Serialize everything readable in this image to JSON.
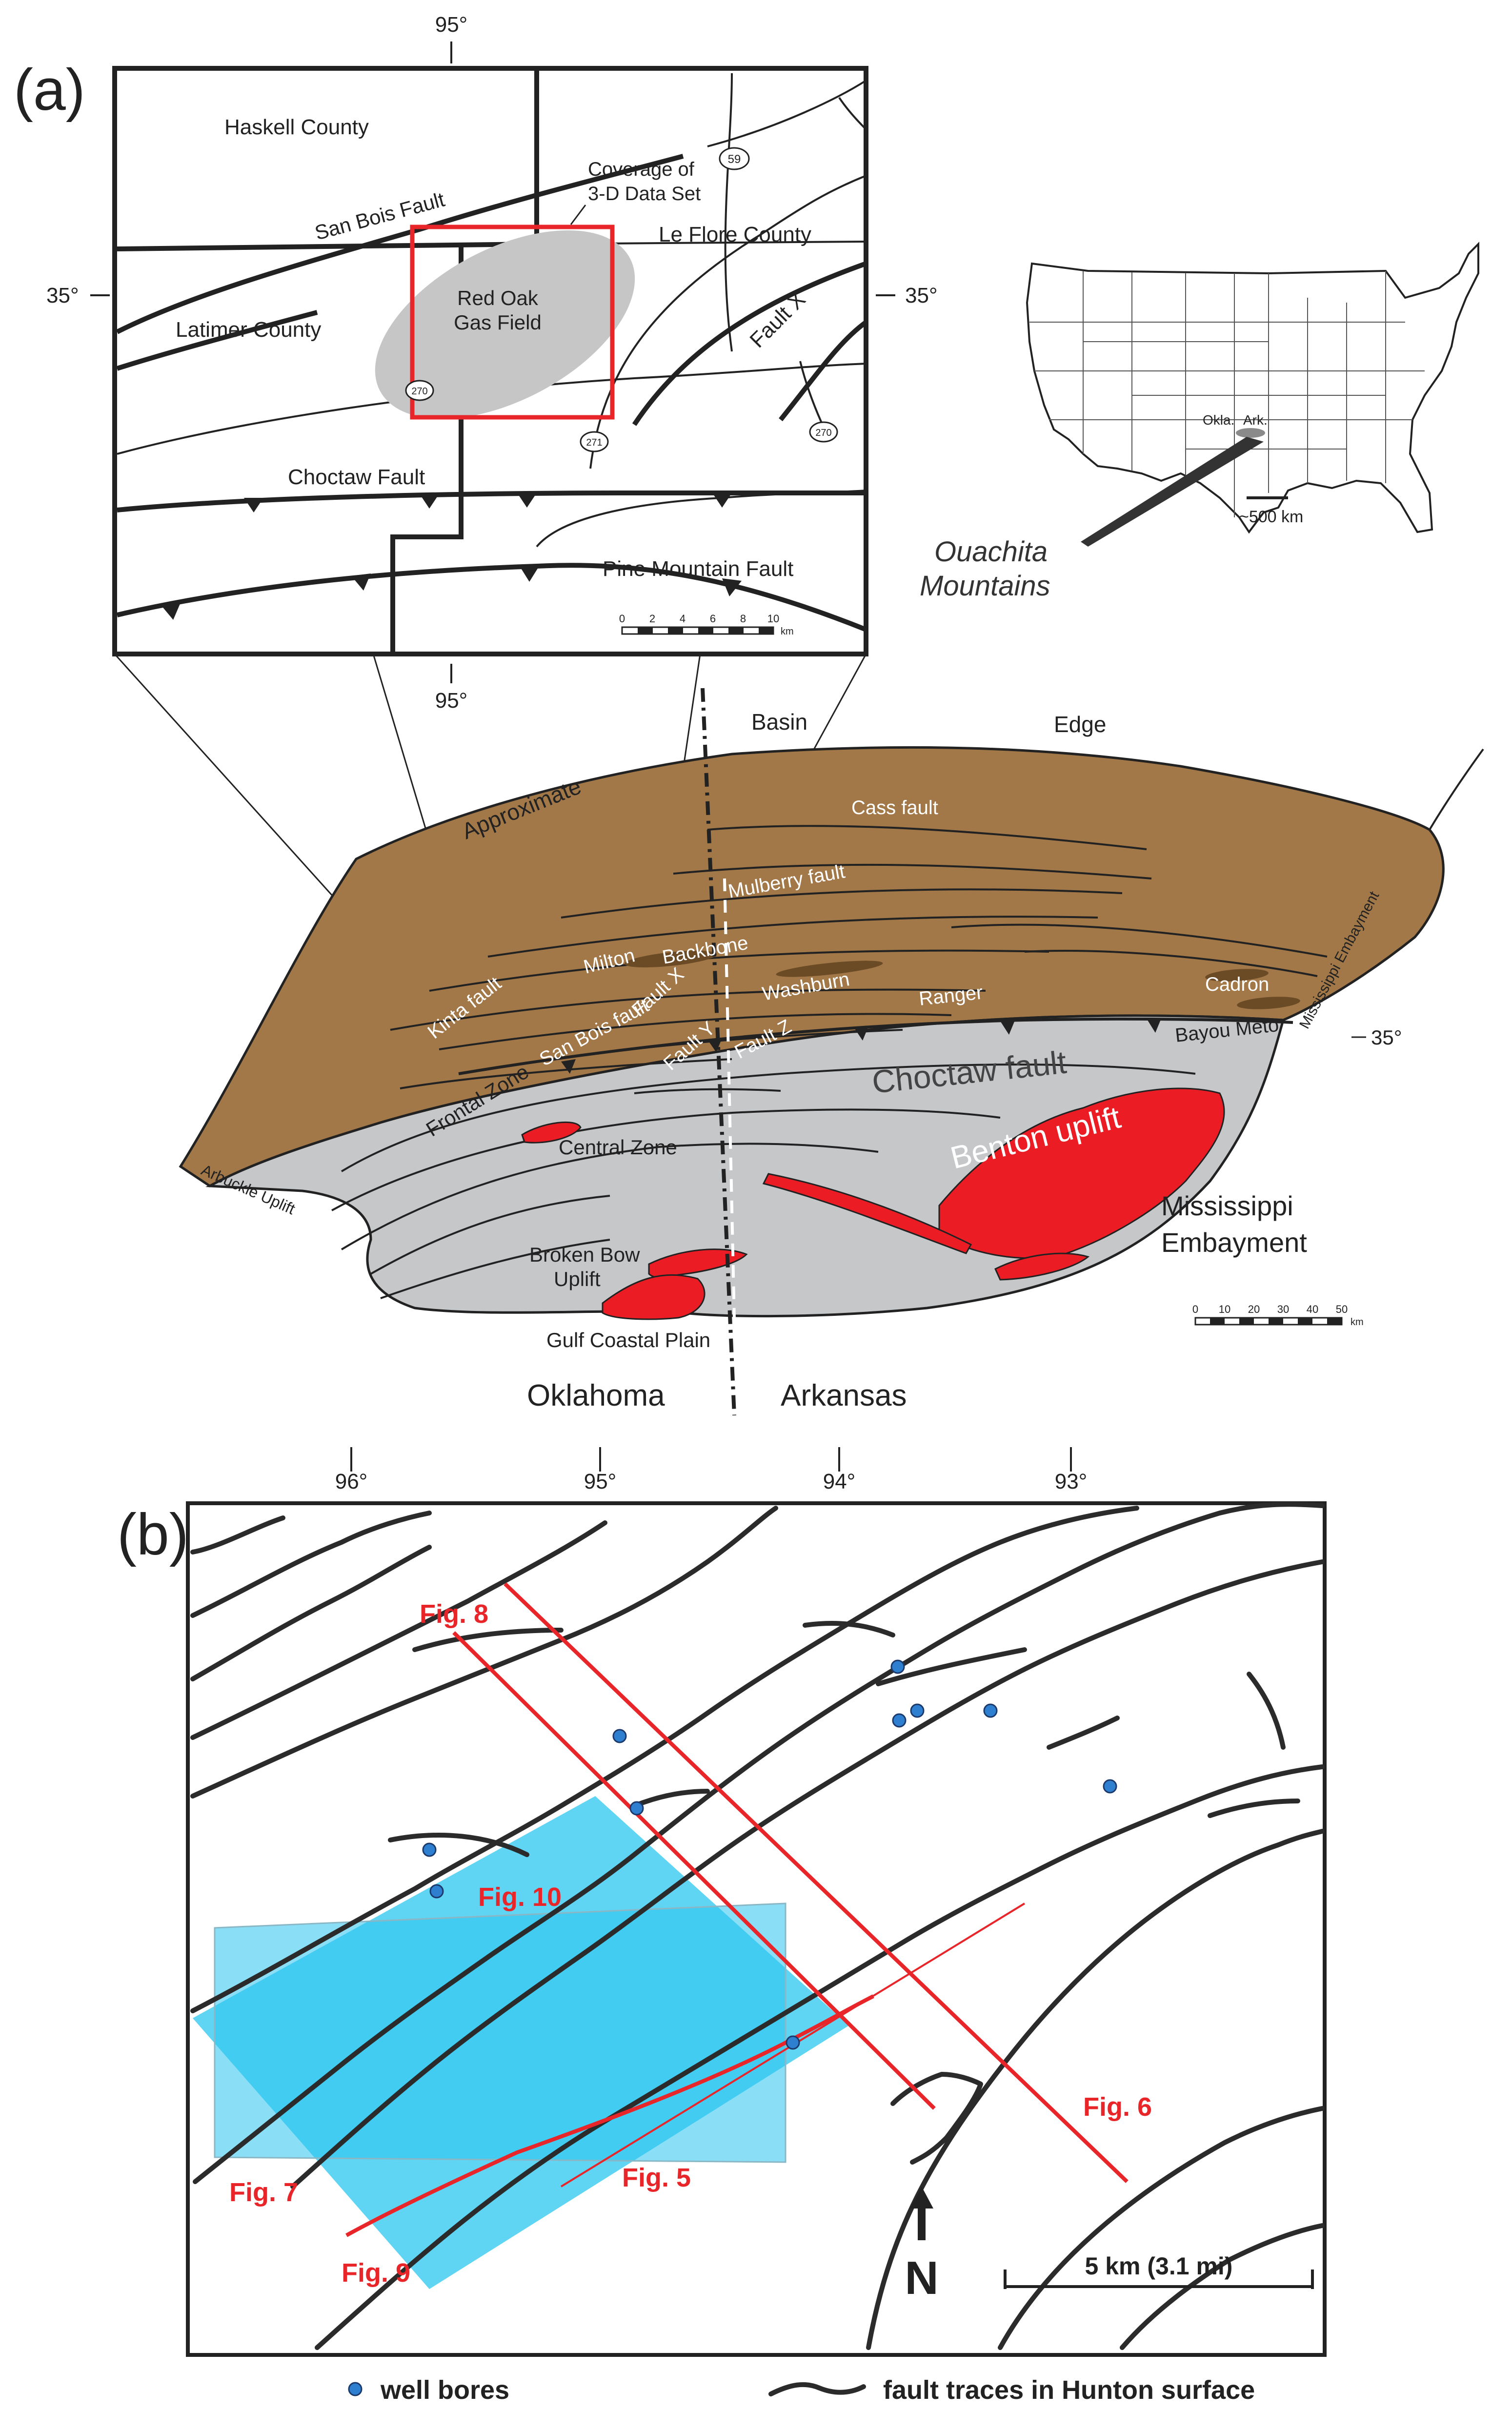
{
  "panel_a": {
    "label": "(a)",
    "inset": {
      "lon_top": "95°",
      "lon_bottom": "95°",
      "lat_left": "35°",
      "lat_right": "35°",
      "counties": [
        "Haskell County",
        "Latimer County",
        "Le Flore County"
      ],
      "faults": [
        "San Bois Fault",
        "Choctaw Fault",
        "Pine Mountain Fault",
        "Fault X"
      ],
      "coverage_label": [
        "Coverage of",
        "3-D Data Set"
      ],
      "field_label": [
        "Red Oak",
        "Gas Field"
      ],
      "highways": [
        "59",
        "270",
        "271",
        "270"
      ],
      "scale_ticks": [
        "0",
        "2",
        "4",
        "6",
        "8",
        "10"
      ],
      "scale_unit": "km"
    },
    "us_map": {
      "state_labels": [
        "Okla.",
        "Ark."
      ],
      "scale_label": "~500 km",
      "region_label": [
        "Ouachita",
        "Mountains"
      ]
    },
    "regional_map": {
      "basin_edge_labels": [
        "Approximate",
        "Basin",
        "Edge"
      ],
      "fault_labels": [
        "Cass fault",
        "Mulberry fault",
        "Milton",
        "Backbone",
        "Kinta fault",
        "San Bois fault",
        "Fault X",
        "Washburn",
        "Ranger",
        "Cadron",
        "Fault Y",
        "Fault Z",
        "Bayou Meto",
        "Choctaw fault"
      ],
      "zone_labels": [
        "Frontal Zone",
        "Central Zone"
      ],
      "uplift_labels": [
        "Benton uplift",
        "Broken Bow",
        "Uplift",
        "Arbuckle Uplift"
      ],
      "embayment_rotated": "Mississippi Embayment",
      "embayment_label": [
        "Mississippi",
        "Embayment"
      ],
      "coastal_plain": "Gulf Coastal Plain",
      "states": [
        "Oklahoma",
        "Arkansas"
      ],
      "lat_label": "35°",
      "scale_ticks": [
        "0",
        "10",
        "20",
        "30",
        "40",
        "50"
      ],
      "scale_unit": "km"
    }
  },
  "panel_b": {
    "label": "(b)",
    "lon_labels": [
      "96°",
      "95°",
      "94°",
      "93°"
    ],
    "figure_labels": [
      "Fig. 8",
      "Fig. 10",
      "Fig. 6",
      "Fig. 7",
      "Fig. 5",
      "Fig. 9"
    ],
    "north": "N",
    "scale_label": "5 km (3.1 mi)",
    "legend": {
      "well_bores": "well bores",
      "fault_traces": "fault traces in Hunton surface"
    }
  },
  "colors": {
    "basin_brown": "#a27848",
    "ouachita_gray": "#c6c7c9",
    "uplift_red": "#ec1c24",
    "coverage_gray": "#c6c6c6",
    "survey_blue": "#29c5ef",
    "section_red": "#e8262a",
    "well_blue": "#2f7fd0"
  }
}
